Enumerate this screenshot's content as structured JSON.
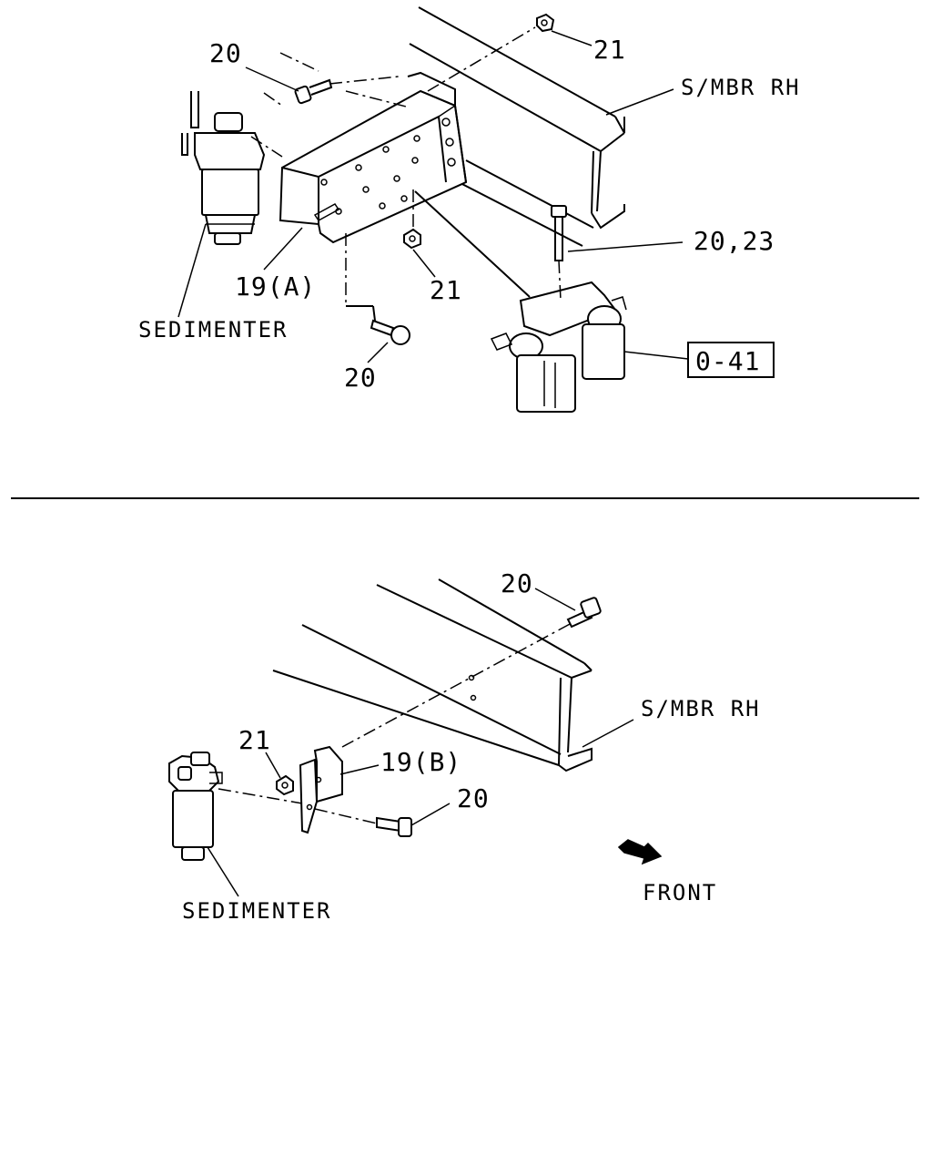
{
  "top_view": {
    "labels": {
      "bolt_upper": "20",
      "nut_upper": "21",
      "side_member": "S/MBR RH",
      "bolt_filter": "20,23",
      "bracket": "19(A)",
      "nut_lower": "21",
      "sedimenter": "SEDIMENTER",
      "bolt_lower": "20",
      "ref_box": "0-41"
    }
  },
  "bottom_view": {
    "labels": {
      "bolt_upper": "20",
      "side_member": "S/MBR RH",
      "nut": "21",
      "bracket": "19(B)",
      "bolt_lower": "20",
      "sedimenter": "SEDIMENTER",
      "front": "FRONT"
    }
  }
}
